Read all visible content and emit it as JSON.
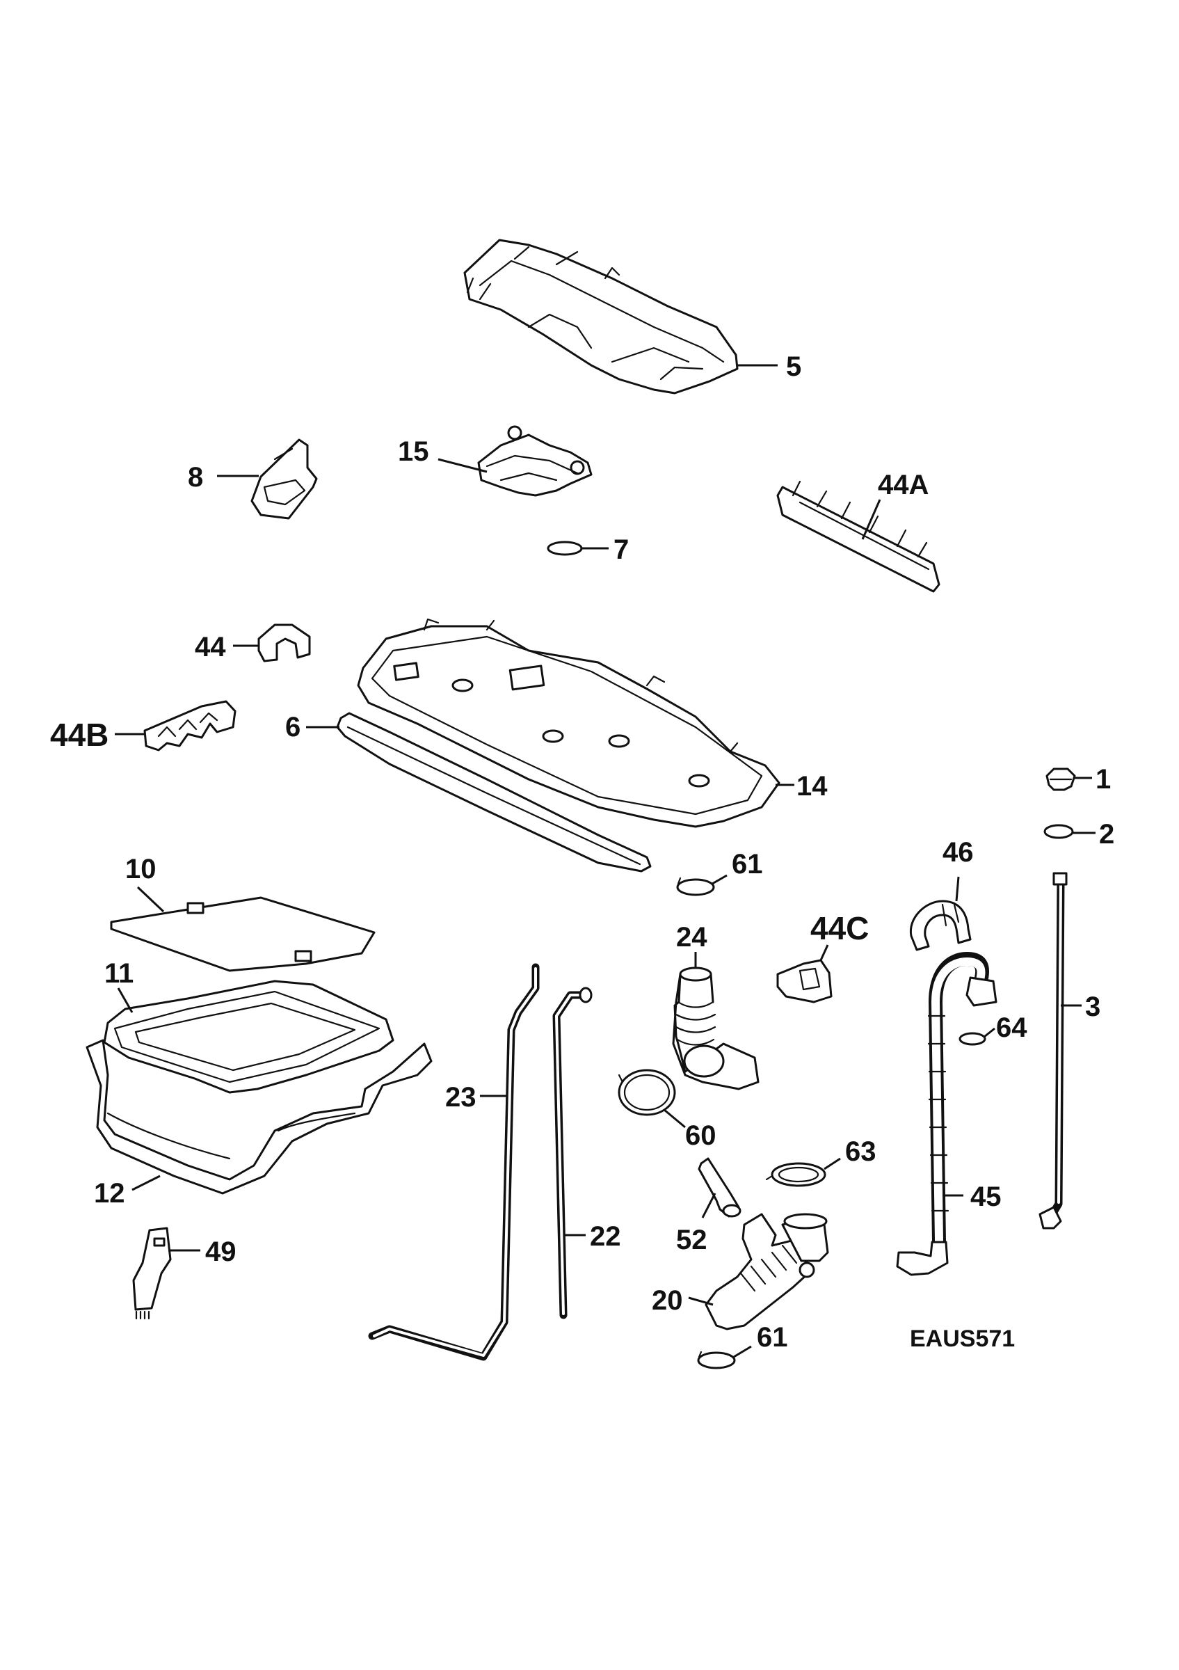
{
  "diagram": {
    "drawing_code": "EAUS571",
    "callouts": {
      "c1": "1",
      "c2": "2",
      "c3": "3",
      "c5": "5",
      "c6": "6",
      "c7": "7",
      "c8": "8",
      "c10": "10",
      "c11": "11",
      "c12": "12",
      "c14": "14",
      "c15": "15",
      "c20": "20",
      "c22": "22",
      "c23": "23",
      "c24": "24",
      "c44": "44",
      "c44A": "44A",
      "c44B": "44B",
      "c44C": "44C",
      "c45": "45",
      "c46": "46",
      "c49": "49",
      "c52": "52",
      "c60": "60",
      "c61a": "61",
      "c61b": "61",
      "c63": "63",
      "c64": "64"
    }
  }
}
